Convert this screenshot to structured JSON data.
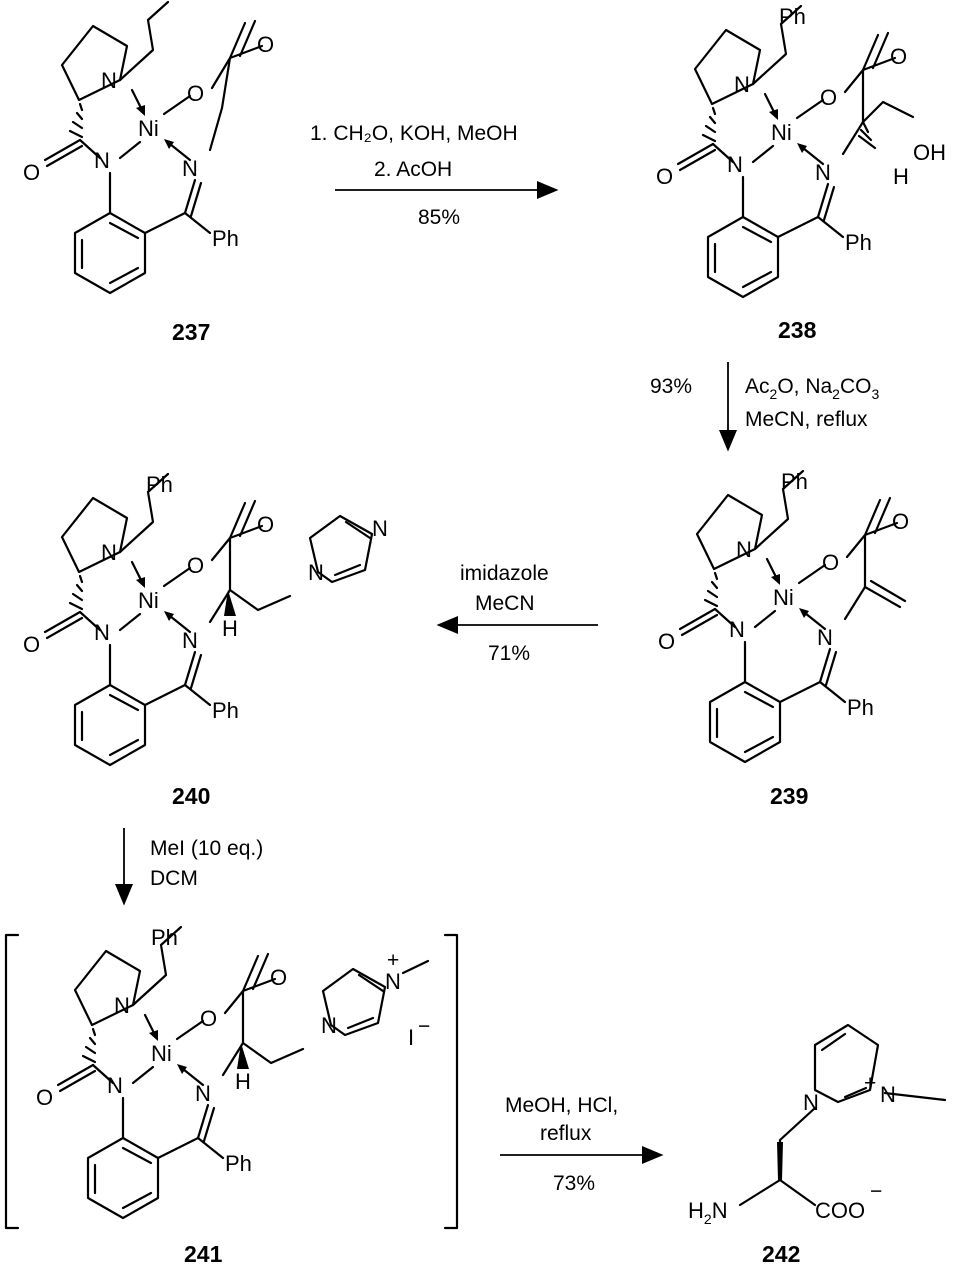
{
  "compounds": {
    "c237": {
      "id": "237"
    },
    "c238": {
      "id": "238"
    },
    "c239": {
      "id": "239"
    },
    "c240": {
      "id": "240"
    },
    "c241": {
      "id": "241"
    },
    "c242": {
      "id": "242"
    }
  },
  "atoms": {
    "ph": "Ph",
    "n": "N",
    "ni": "Ni",
    "o": "O",
    "oh": "OH",
    "h": "H",
    "h2": "H",
    "h2_sub": "2",
    "plus": "+",
    "iodide": "I",
    "minus": "−",
    "coo": "COO"
  },
  "reactions": {
    "r1": {
      "line1": "1. CH₂O, KOH, MeOH",
      "line2": "2. AcOH",
      "yield": "85%"
    },
    "r2": {
      "yield": "93%",
      "line1a": "Ac",
      "line1b": "2",
      "line1c": "O, Na",
      "line1d": "2",
      "line1e": "CO",
      "line1f": "3",
      "line2": "MeCN, reflux"
    },
    "r3": {
      "line1": "imidazole",
      "line2": "MeCN",
      "yield": "71%"
    },
    "r4": {
      "line1": "MeI (10 eq.)",
      "line2": "DCM"
    },
    "r5": {
      "line1": "MeOH, HCl,",
      "line2": "reflux",
      "yield": "73%"
    }
  }
}
